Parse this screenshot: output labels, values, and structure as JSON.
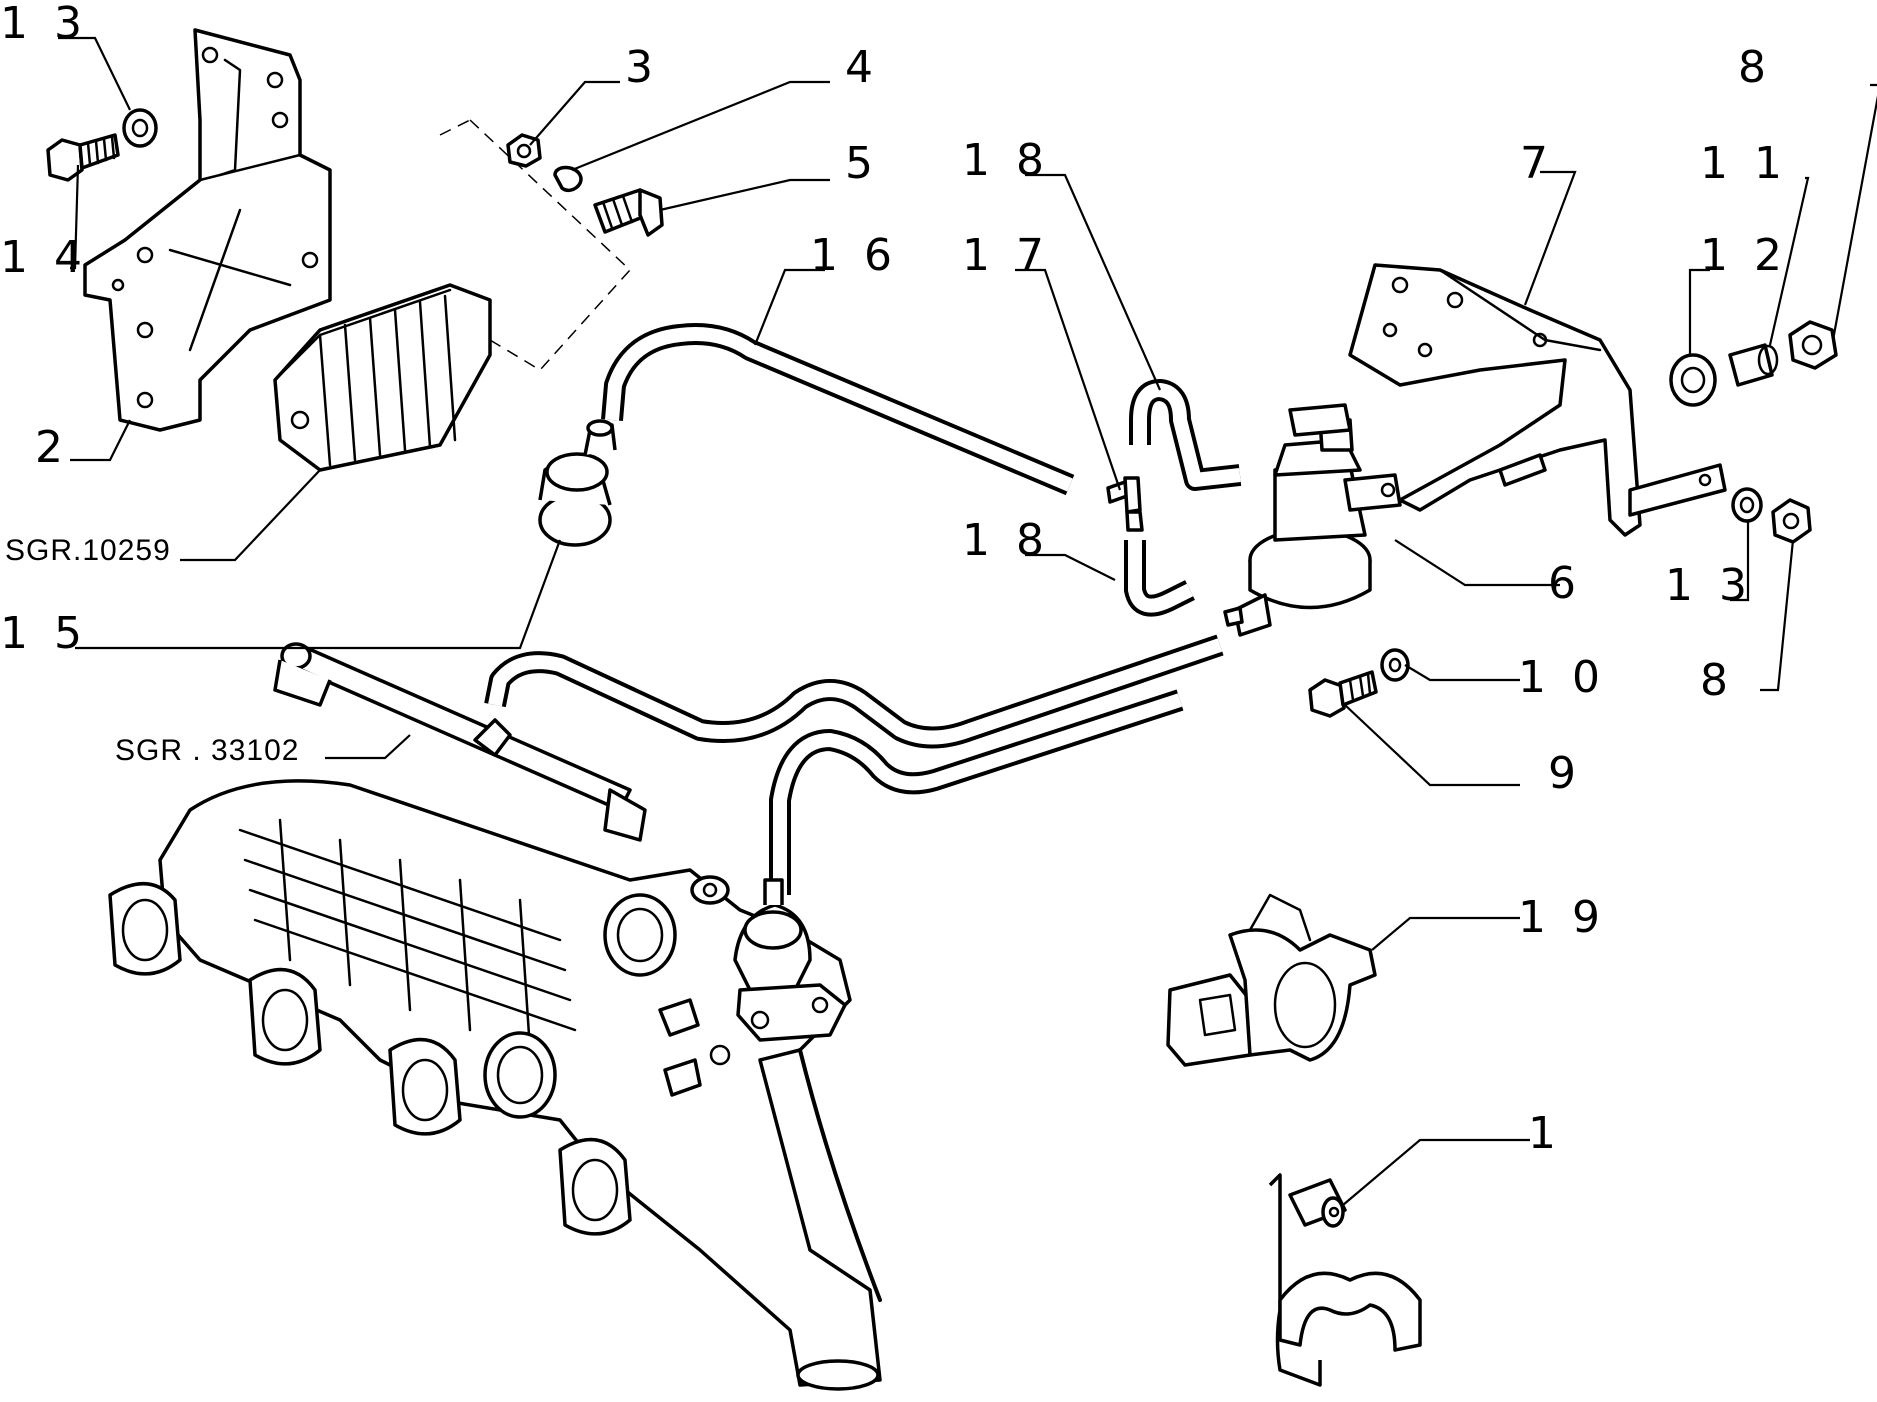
{
  "labels": {
    "p1": "1",
    "p2": "2",
    "p3": "3",
    "p4": "4",
    "p5": "5",
    "p6": "6",
    "p7": "7",
    "p8a": "8",
    "p8b": "8",
    "p9": "9",
    "p10": "1 0",
    "p11": "1 1",
    "p12": "1 2",
    "p13a": "1 3",
    "p13b": "1 3",
    "p14": "1 4",
    "p15": "1 5",
    "p16": "1 6",
    "p17": "1 7",
    "p18a": "1 8",
    "p18b": "1 8",
    "p19": "1 9",
    "sgr1": "SGR.10259",
    "sgr2": "SGR . 33102"
  }
}
